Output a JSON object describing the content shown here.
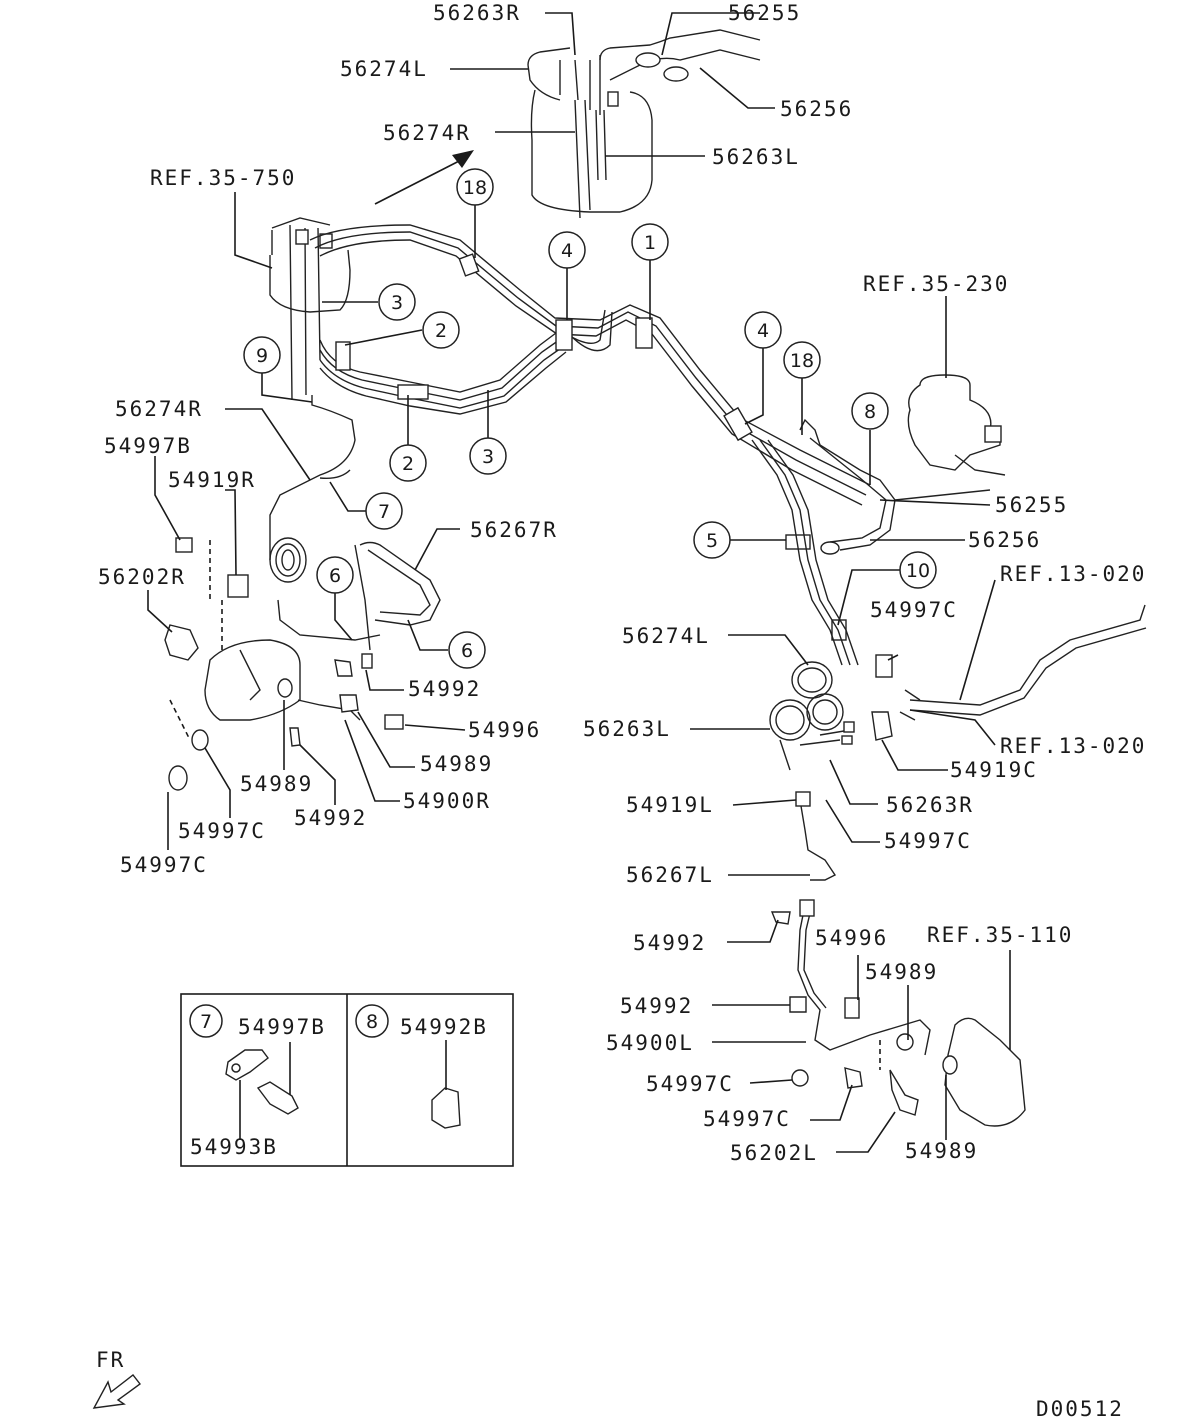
{
  "diagram": {
    "drawing_code": "D00512",
    "direction_label": "FR",
    "labels": {
      "l_56263R_top": "56263R",
      "l_56255_top": "56255",
      "l_56274L_top": "56274L",
      "l_56256_top": "56256",
      "l_56274R_top": "56274R",
      "l_56263L_top": "56263L",
      "l_ref35750": "REF.35-750",
      "l_ref35230": "REF.35-230",
      "l_56274R_left": "56274R",
      "l_54997B": "54997B",
      "l_54919R": "54919R",
      "l_56267R": "56267R",
      "l_56202R": "56202R",
      "l_54992_a": "54992",
      "l_54996_left": "54996",
      "l_54989_mid": "54989",
      "l_54989_left": "54989",
      "l_54900R": "54900R",
      "l_54992_b": "54992",
      "l_54997C_a": "54997C",
      "l_54997C_b": "54997C",
      "l_56255_right": "56255",
      "l_56256_right": "56256",
      "l_ref13020_a": "REF.13-020",
      "l_54997C_right": "54997C",
      "l_56274L_mid": "56274L",
      "l_56263L_mid": "56263L",
      "l_ref13020_b": "REF.13-020",
      "l_54919C": "54919C",
      "l_54919L": "54919L",
      "l_56263R_mid": "56263R",
      "l_54997C_mid": "54997C",
      "l_56267L": "56267L",
      "l_54992_c": "54992",
      "l_54996_right": "54996",
      "l_ref35110": "REF.35-110",
      "l_54989_right": "54989",
      "l_54992_d": "54992",
      "l_54900L": "54900L",
      "l_54997C_c": "54997C",
      "l_54997C_d": "54997C",
      "l_56202L": "56202L",
      "l_54989_bottom": "54989"
    },
    "callouts": {
      "c18_top": "18",
      "c4_top": "4",
      "c1": "1",
      "c3_a": "3",
      "c2_a": "2",
      "c9": "9",
      "c2_b": "2",
      "c3_b": "3",
      "c4_right": "4",
      "c18_right": "18",
      "c8": "8",
      "c7": "7",
      "c6_a": "6",
      "c6_b": "6",
      "c5": "5",
      "c10": "10"
    },
    "inset_boxes": [
      {
        "callout": "7",
        "part_top": "54997B",
        "part_bottom": "54993B"
      },
      {
        "callout": "8",
        "part": "54992B"
      }
    ]
  }
}
